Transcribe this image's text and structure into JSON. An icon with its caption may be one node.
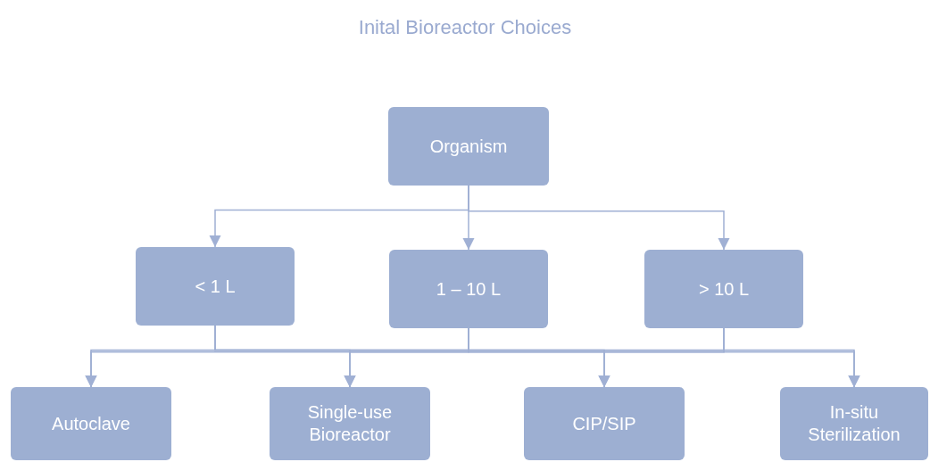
{
  "diagram": {
    "title": "Inital Bioreactor Choices",
    "nodes": [
      {
        "text": [
          "Organism"
        ]
      },
      {
        "text": [
          "< 1 L"
        ]
      },
      {
        "text": [
          "1 – 10 L"
        ]
      },
      {
        "text": [
          "> 10 L"
        ]
      },
      {
        "text": [
          "Autoclave"
        ]
      },
      {
        "text": [
          "Single-use Bioreactor"
        ]
      },
      {
        "text": [
          "CIP/SIP"
        ]
      },
      {
        "text": [
          "In-situ Sterilization"
        ]
      }
    ],
    "edges": [
      {
        "from": 0,
        "to": 1,
        "arrow": "to"
      },
      {
        "from": 0,
        "to": 2,
        "arrow": "to"
      },
      {
        "from": 0,
        "to": 3,
        "arrow": "to"
      },
      {
        "from": 1,
        "to": 4,
        "arrow": "to"
      },
      {
        "from": 1,
        "to": 5,
        "arrow": "to"
      },
      {
        "from": 1,
        "to": 6,
        "arrow": "to"
      },
      {
        "from": 1,
        "to": 7,
        "arrow": "to"
      },
      {
        "from": 2,
        "to": 4,
        "arrow": "to"
      },
      {
        "from": 2,
        "to": 5,
        "arrow": "to"
      },
      {
        "from": 2,
        "to": 6,
        "arrow": "to"
      },
      {
        "from": 2,
        "to": 7,
        "arrow": "to"
      },
      {
        "from": 3,
        "to": 4,
        "arrow": "to"
      },
      {
        "from": 3,
        "to": 5,
        "arrow": "to"
      },
      {
        "from": 3,
        "to": 6,
        "arrow": "to"
      },
      {
        "from": 3,
        "to": 7,
        "arrow": "to"
      }
    ]
  }
}
